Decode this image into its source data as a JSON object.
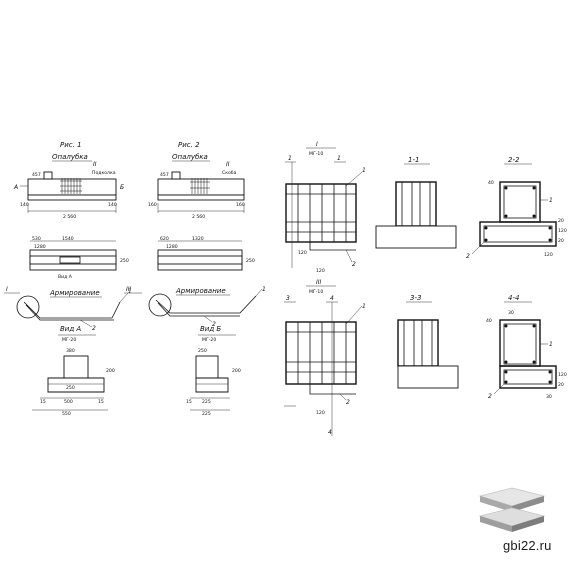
{
  "sheet": {
    "fig1": {
      "title": "Рис. 1",
      "subtitle": "Опалубка",
      "marker": "II",
      "tag": "Подколка",
      "label_a": "А",
      "label_b": "Б",
      "dims": [
        "457",
        "140",
        "2 560",
        "140"
      ]
    },
    "fig2": {
      "title": "Рис. 2",
      "subtitle": "Опалубка",
      "marker": "II",
      "tag": "Скоба",
      "dims": [
        "457",
        "160",
        "2 560",
        "160"
      ]
    },
    "plan1": {
      "dims": [
        "530",
        "1280",
        "1540",
        "250",
        "Вид А"
      ]
    },
    "plan2": {
      "dims": [
        "620",
        "1280",
        "1320",
        "250"
      ]
    },
    "reinf1": {
      "marker": "I",
      "title": "Армирование",
      "callouts": [
        "1",
        "2"
      ]
    },
    "reinf2": {
      "marker": "III",
      "title": "Армирование",
      "callouts": [
        "1",
        "2"
      ]
    },
    "view_a": {
      "title": "Вид А",
      "ref": "МГ-20",
      "dims": [
        "380",
        "200",
        "250",
        "500",
        "550",
        "15",
        "15"
      ]
    },
    "view_b": {
      "title": "Вид Б",
      "ref": "МГ-20",
      "dims": [
        "250",
        "200",
        "225",
        "225",
        "15"
      ]
    },
    "det1": {
      "marker": "I",
      "ref": "МГ-10",
      "cut_left": "1",
      "cut_right": "1",
      "callouts": [
        "1",
        "2"
      ],
      "dims": [
        "120",
        "120"
      ]
    },
    "det3": {
      "marker": "III",
      "ref": "МГ-10",
      "cut_left": "3",
      "cut_right": "4",
      "callouts": [
        "1",
        "2"
      ],
      "dims": [
        "120",
        "4"
      ]
    },
    "sec11": {
      "title": "1-1"
    },
    "sec22": {
      "title": "2-2",
      "callouts": [
        "1",
        "2"
      ],
      "dims": [
        "40",
        "20",
        "120",
        "20",
        "120"
      ]
    },
    "sec33": {
      "title": "3-3"
    },
    "sec44": {
      "title": "4-4",
      "callouts": [
        "1",
        "2"
      ],
      "dims": [
        "40",
        "30",
        "30",
        "120",
        "20"
      ]
    }
  },
  "watermark": {
    "site": "gbi22.ru",
    "logo": "layered-slabs-icon"
  }
}
